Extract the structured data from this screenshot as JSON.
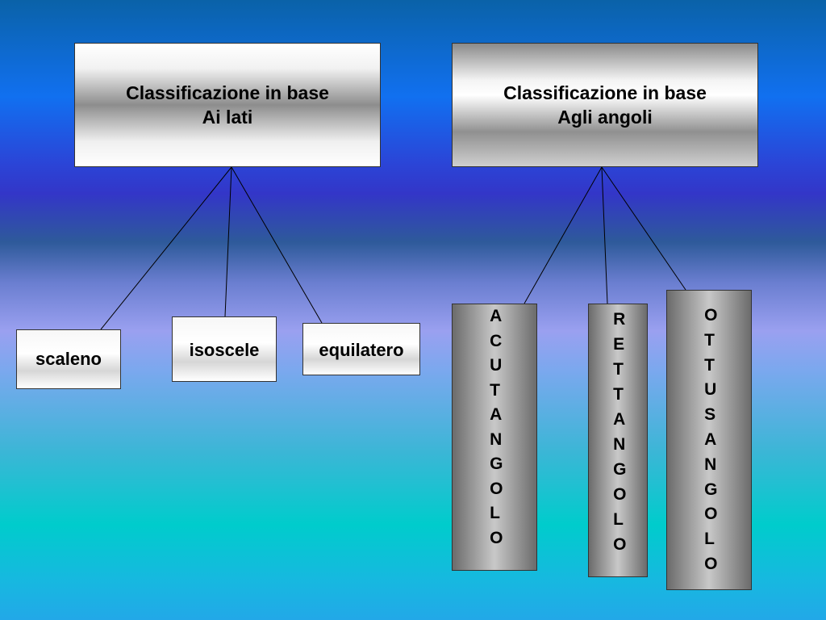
{
  "headings": {
    "lati": {
      "line1": "Classificazione in base",
      "line2": "Ai lati"
    },
    "angoli": {
      "line1": "Classificazione in base",
      "line2": "Agli angoli"
    }
  },
  "by_sides": [
    "scaleno",
    "isoscele",
    "equilatero"
  ],
  "by_angles": [
    "ACUTANGOLO",
    "RETTANGOLO",
    "OTTUSANGOLO"
  ]
}
